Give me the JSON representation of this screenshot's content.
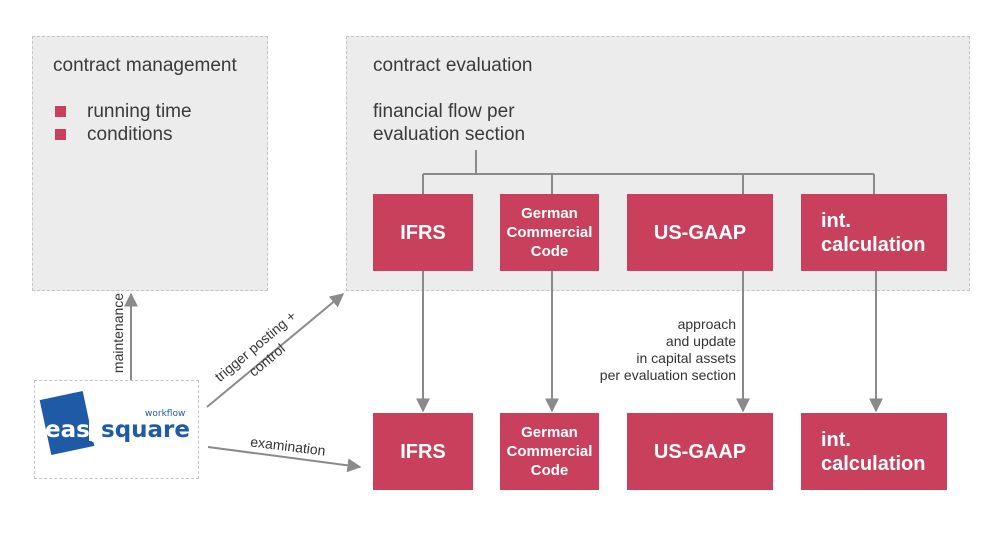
{
  "colors": {
    "accent": "#c8405b",
    "panel": "#ececec",
    "line": "#8a8a8a",
    "logo_blue": "#1e5aa6"
  },
  "contract_management": {
    "title": "contract management",
    "items": [
      "running time",
      "conditions"
    ]
  },
  "contract_evaluation": {
    "title": "contract evaluation",
    "subtitle_line1": "financial flow per",
    "subtitle_line2": "evaluation section"
  },
  "top_boxes": {
    "ifrs": "IFRS",
    "german_line1": "German",
    "german_line2": "Commercial",
    "german_line3": "Code",
    "usgaap": "US-GAAP",
    "int_line1": "int.",
    "int_line2": "calculation"
  },
  "bottom_boxes": {
    "ifrs": "IFRS",
    "german_line1": "German",
    "german_line2": "Commercial",
    "german_line3": "Code",
    "usgaap": "US-GAAP",
    "int_line1": "int.",
    "int_line2": "calculation"
  },
  "labels": {
    "maintenance": "maintenance",
    "trigger_line1": "trigger posting +",
    "trigger_line2": "control",
    "examination": "examination",
    "approach_line1": "approach",
    "approach_line2": "and update",
    "approach_line3": "in capital assets",
    "approach_line4": "per evaluation section"
  },
  "logo": {
    "brand": "easysquare",
    "brand_part1": "easy",
    "brand_part2": "square",
    "tag": "workflow"
  }
}
